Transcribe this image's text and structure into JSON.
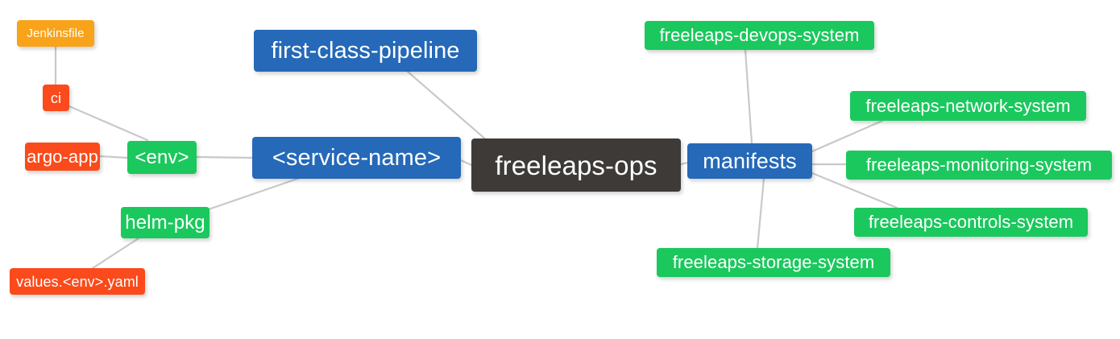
{
  "diagram": {
    "type": "mindmap",
    "title": "freeleaps-ops",
    "background": "#ffffff",
    "edge_color": "#c9c9c9",
    "palette": {
      "root": "#3e3a37",
      "blue": "#2569b8",
      "green": "#1bc85d",
      "orange": "#f9a31a",
      "red": "#fb4a1b",
      "text": "#ffffff"
    }
  },
  "nodes": {
    "root": {
      "label": "freeleaps-ops",
      "color": "#3e3a37"
    },
    "service_name": {
      "label": "<service-name>",
      "color": "#2569b8"
    },
    "first_class_pipeline": {
      "label": "first-class-pipeline",
      "color": "#2569b8"
    },
    "env": {
      "label": "<env>",
      "color": "#1bc85d"
    },
    "helm_pkg": {
      "label": "helm-pkg",
      "color": "#1bc85d"
    },
    "ci": {
      "label": "ci",
      "color": "#fb4a1b"
    },
    "jenkinsfile": {
      "label": "Jenkinsfile",
      "color": "#f9a31a"
    },
    "argo_app": {
      "label": "argo-app",
      "color": "#fb4a1b"
    },
    "values_yaml": {
      "label": "values.<env>.yaml",
      "color": "#fb4a1b"
    },
    "manifests": {
      "label": "manifests",
      "color": "#2569b8"
    },
    "devops_system": {
      "label": "freeleaps-devops-system",
      "color": "#1bc85d"
    },
    "network_system": {
      "label": "freeleaps-network-system",
      "color": "#1bc85d"
    },
    "monitoring_system": {
      "label": "freeleaps-monitoring-system",
      "color": "#1bc85d"
    },
    "controls_system": {
      "label": "freeleaps-controls-system",
      "color": "#1bc85d"
    },
    "storage_system": {
      "label": "freeleaps-storage-system",
      "color": "#1bc85d"
    }
  },
  "edges": [
    {
      "from": "root",
      "to": "service_name"
    },
    {
      "from": "root",
      "to": "first_class_pipeline"
    },
    {
      "from": "root",
      "to": "manifests"
    },
    {
      "from": "service_name",
      "to": "env"
    },
    {
      "from": "service_name",
      "to": "helm_pkg"
    },
    {
      "from": "env",
      "to": "ci"
    },
    {
      "from": "env",
      "to": "argo_app"
    },
    {
      "from": "ci",
      "to": "jenkinsfile"
    },
    {
      "from": "helm_pkg",
      "to": "values_yaml"
    },
    {
      "from": "manifests",
      "to": "devops_system"
    },
    {
      "from": "manifests",
      "to": "network_system"
    },
    {
      "from": "manifests",
      "to": "monitoring_system"
    },
    {
      "from": "manifests",
      "to": "controls_system"
    },
    {
      "from": "manifests",
      "to": "storage_system"
    }
  ]
}
